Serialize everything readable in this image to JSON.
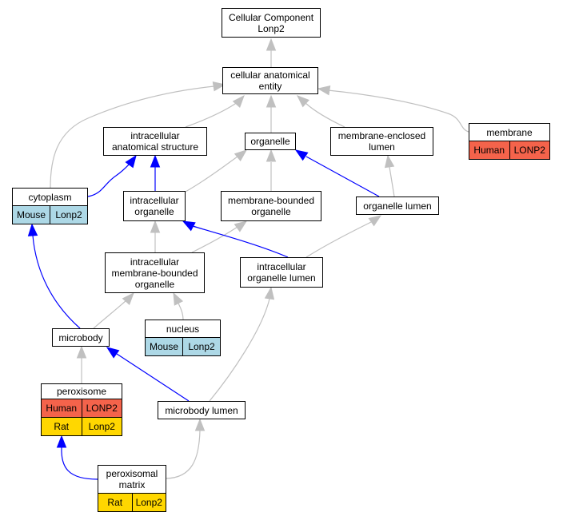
{
  "colors": {
    "human": "#f4634b",
    "mouse": "#add8e6",
    "rat": "#ffd700",
    "edge_gray": "#c0c0c0",
    "edge_blue": "#0000ff"
  },
  "nodes": {
    "root": {
      "line1": "Cellular Component",
      "line2": "Lonp2"
    },
    "cae": {
      "line1": "cellular anatomical",
      "line2": "entity"
    },
    "ias": {
      "line1": "intracellular",
      "line2": "anatomical structure"
    },
    "organelle": {
      "line1": "organelle"
    },
    "mel": {
      "line1": "membrane-enclosed",
      "line2": "lumen"
    },
    "membrane": {
      "line1": "membrane",
      "rows": [
        [
          "Human",
          "LONP2"
        ]
      ]
    },
    "cytoplasm": {
      "line1": "cytoplasm",
      "rows": [
        [
          "Mouse",
          "Lonp2"
        ]
      ]
    },
    "io": {
      "line1": "intracellular",
      "line2": "organelle"
    },
    "mbo": {
      "line1": "membrane-bounded",
      "line2": "organelle"
    },
    "ol": {
      "line1": "organelle lumen"
    },
    "imbo": {
      "line1": "intracellular",
      "line2": "membrane-bounded",
      "line3": "organelle"
    },
    "iol": {
      "line1": "intracellular",
      "line2": "organelle lumen"
    },
    "nucleus": {
      "line1": "nucleus",
      "rows": [
        [
          "Mouse",
          "Lonp2"
        ]
      ]
    },
    "microbody": {
      "line1": "microbody"
    },
    "peroxisome": {
      "line1": "peroxisome",
      "rows": [
        [
          "Human",
          "LONP2"
        ],
        [
          "Rat",
          "Lonp2"
        ]
      ]
    },
    "ml": {
      "line1": "microbody lumen"
    },
    "pm": {
      "line1": "peroxisomal",
      "line2": "matrix",
      "rows": [
        [
          "Rat",
          "Lonp2"
        ]
      ]
    }
  }
}
